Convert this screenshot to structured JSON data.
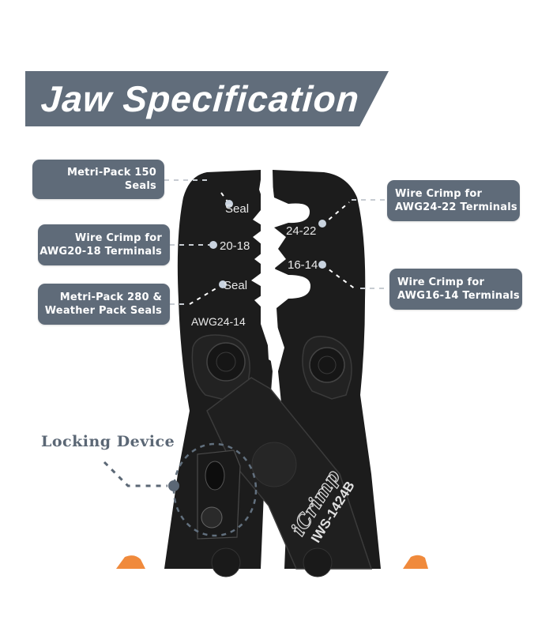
{
  "banner": {
    "title": "Jaw Specification",
    "color": "#616d7b"
  },
  "callouts": {
    "left": [
      {
        "lines": [
          "Metri-Pack 150 Seals"
        ]
      },
      {
        "lines": [
          "Wire Crimp for",
          "AWG20-18 Terminals"
        ]
      },
      {
        "lines": [
          "Metri-Pack 280 &",
          "Weather Pack Seals"
        ]
      }
    ],
    "right": [
      {
        "lines": [
          "Wire Crimp for",
          "AWG24-22 Terminals"
        ]
      },
      {
        "lines": [
          "Wire Crimp for",
          "AWG16-14 Terminals"
        ]
      }
    ],
    "color": "#5f6b79"
  },
  "jaw_markings": {
    "seal_top": "Seal",
    "size_24_22": "24-22",
    "size_20_18": "20-18",
    "size_16_14": "16-14",
    "seal_bottom": "Seal",
    "range": "AWG24-14"
  },
  "locking": {
    "title": "Locking Device"
  },
  "tool": {
    "brand": "iCrimp",
    "model": "IWS-1424B",
    "body_color": "#1c1c1c",
    "handle_color": "#f08a3c"
  }
}
